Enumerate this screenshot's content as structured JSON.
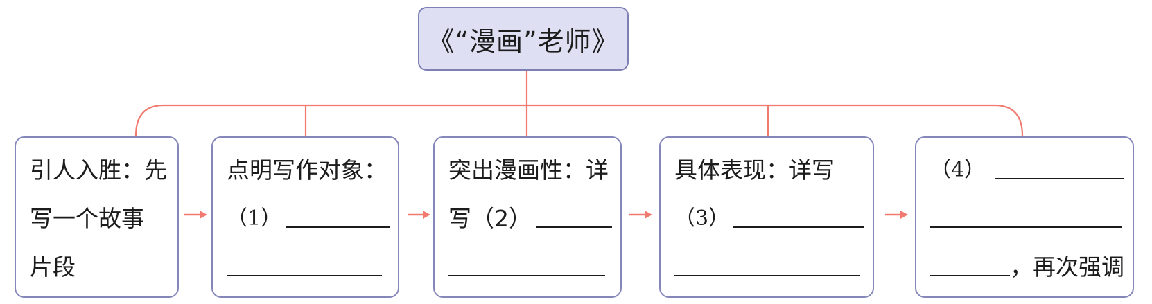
{
  "diagram": {
    "title": "《“漫画”老师》",
    "nodes": [
      {
        "lines": [
          "引人入胜：先",
          "写一个故事",
          "片段"
        ]
      },
      {
        "lines": [
          "点明写作对象：",
          "（1）",
          ""
        ]
      },
      {
        "lines": [
          "突出漫画性：详",
          "写（2）",
          ""
        ]
      },
      {
        "lines": [
          "具体表现：详写",
          "（3）",
          ""
        ]
      },
      {
        "lines": [
          "（4）",
          "",
          "，再次强调"
        ]
      }
    ],
    "colors": {
      "connector": "#f07a6f",
      "arrow": "#f07a6f",
      "border": "#8587ba",
      "root_fill": "#dedff2"
    }
  }
}
